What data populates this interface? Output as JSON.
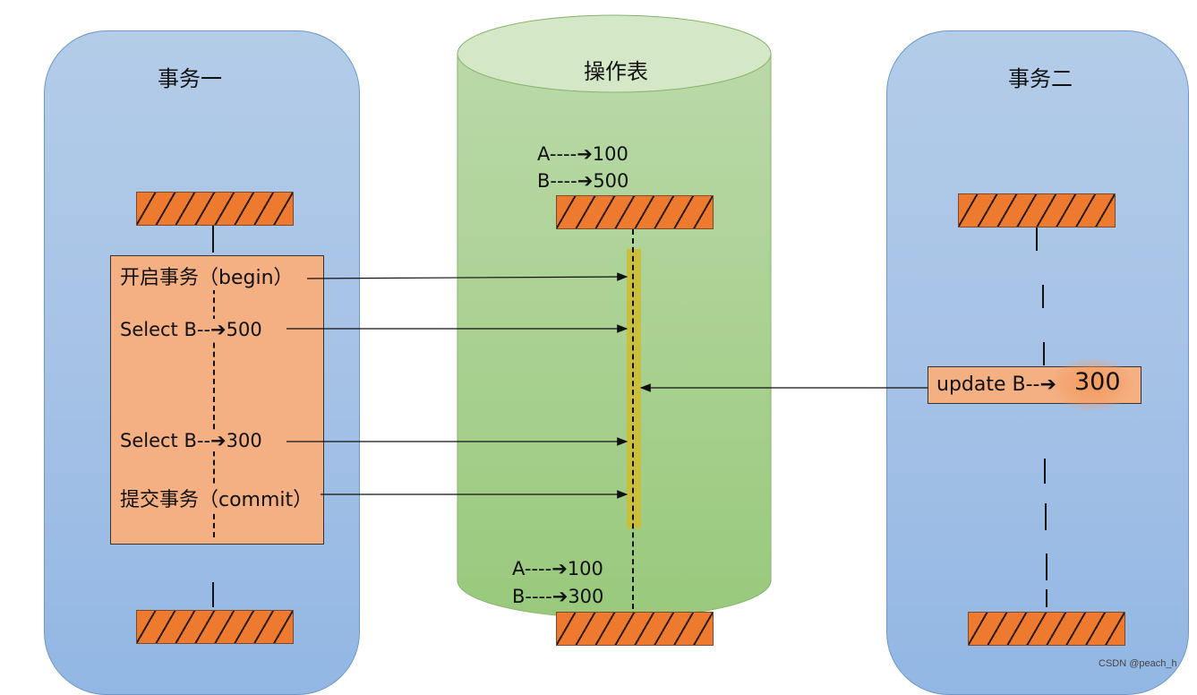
{
  "left_panel": {
    "title": "事务一"
  },
  "center_cylinder": {
    "title": "操作表",
    "top_values": [
      "A----➔100",
      "B----➔500"
    ],
    "bottom_values": [
      "A----➔100",
      "B----➔300"
    ]
  },
  "right_panel": {
    "title": "事务二",
    "update_label": "update B--➔",
    "update_value": "300"
  },
  "transaction_one_steps": [
    "开启事务（begin）",
    "Select B--➔500",
    "Select B--➔300",
    "提交事务（commit）"
  ],
  "colors": {
    "panel_blue": "#a6c2e6",
    "cylinder_green": "#a9d18e",
    "hatch_orange": "#ee7a30",
    "box_salmon": "#f4af82",
    "lock_bar": "#c9bf3c"
  },
  "watermark": "CSDN @peach_h"
}
